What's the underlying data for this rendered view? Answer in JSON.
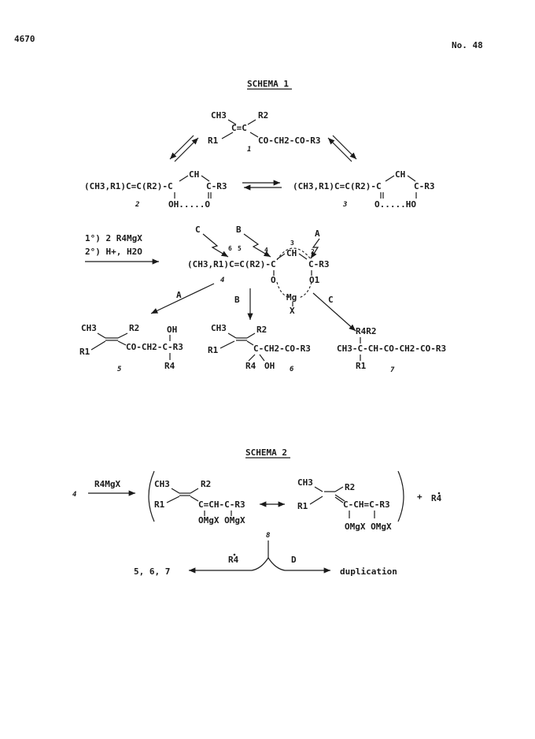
{
  "header": {
    "page_number": "4670",
    "journal_no": "No. 48"
  },
  "scheme1": {
    "title": "SCHEMA 1",
    "compound1": {
      "line1": "CH3",
      "line1b": "R2",
      "line2a": "R1",
      "core": "C=C",
      "chain": "CO-CH2-CO-R3",
      "label": "1"
    },
    "compound2": {
      "left": "(CH3,R1)C=C(R2)-C",
      "ch": "CH",
      "right": "C-R3",
      "bottom": "OH.....O",
      "label": "2"
    },
    "compound3": {
      "left": "(CH3,R1)C=C(R2)-C",
      "ch": "CH",
      "right": "C-R3",
      "bottom": "O.....HO",
      "label": "3"
    },
    "reagents": {
      "step1": "1°) 2 R4MgX",
      "step2": "2°) H+, H2O"
    },
    "attack_labels": {
      "a": "A",
      "b": "B",
      "c": "C"
    },
    "compound4": {
      "left": "(CH3,R1)C=C(R2)-C",
      "ch": "CH",
      "right": "C-R3",
      "o_left": "O",
      "o_right": "O1",
      "mg": "Mg",
      "x": "X",
      "label": "4",
      "num6": "6",
      "num5": "5",
      "num4": "4",
      "num3": "3",
      "num2": "2"
    },
    "path_labels": {
      "a": "A",
      "b": "B",
      "c": "C"
    },
    "compound5": {
      "ch3": "CH3",
      "r2": "R2",
      "r1": "R1",
      "oh": "OH",
      "chain": "CO-CH2-C-R3",
      "r4": "R4",
      "label": "5"
    },
    "compound6": {
      "ch3": "CH3",
      "r2": "R2",
      "r1": "R1",
      "chain": "C-CH2-CO-R3",
      "r4": "R4",
      "oh": "OH",
      "label": "6"
    },
    "compound7": {
      "top": "R4R2",
      "chain": "CH3-C-CH-CO-CH2-CO-R3",
      "r1": "R1",
      "label": "7"
    }
  },
  "scheme2": {
    "title": "SCHEMA 2",
    "start": "4",
    "reagent": "R4MgX",
    "res1": {
      "ch3": "CH3",
      "r2": "R2",
      "r1": "R1",
      "chain": "C=CH-C-R3",
      "omgx": "OMgX OMgX"
    },
    "res2": {
      "ch3": "CH3",
      "r2": "R2",
      "r1": "R1",
      "chain": "C-CH=C-R3",
      "omgx": "OMgX OMgX"
    },
    "plus": "+",
    "radical": "R4",
    "label8": "8",
    "products": "5, 6, 7",
    "left_arrow_label": "R4",
    "right_arrow_label": "D",
    "duplication": "duplication"
  }
}
